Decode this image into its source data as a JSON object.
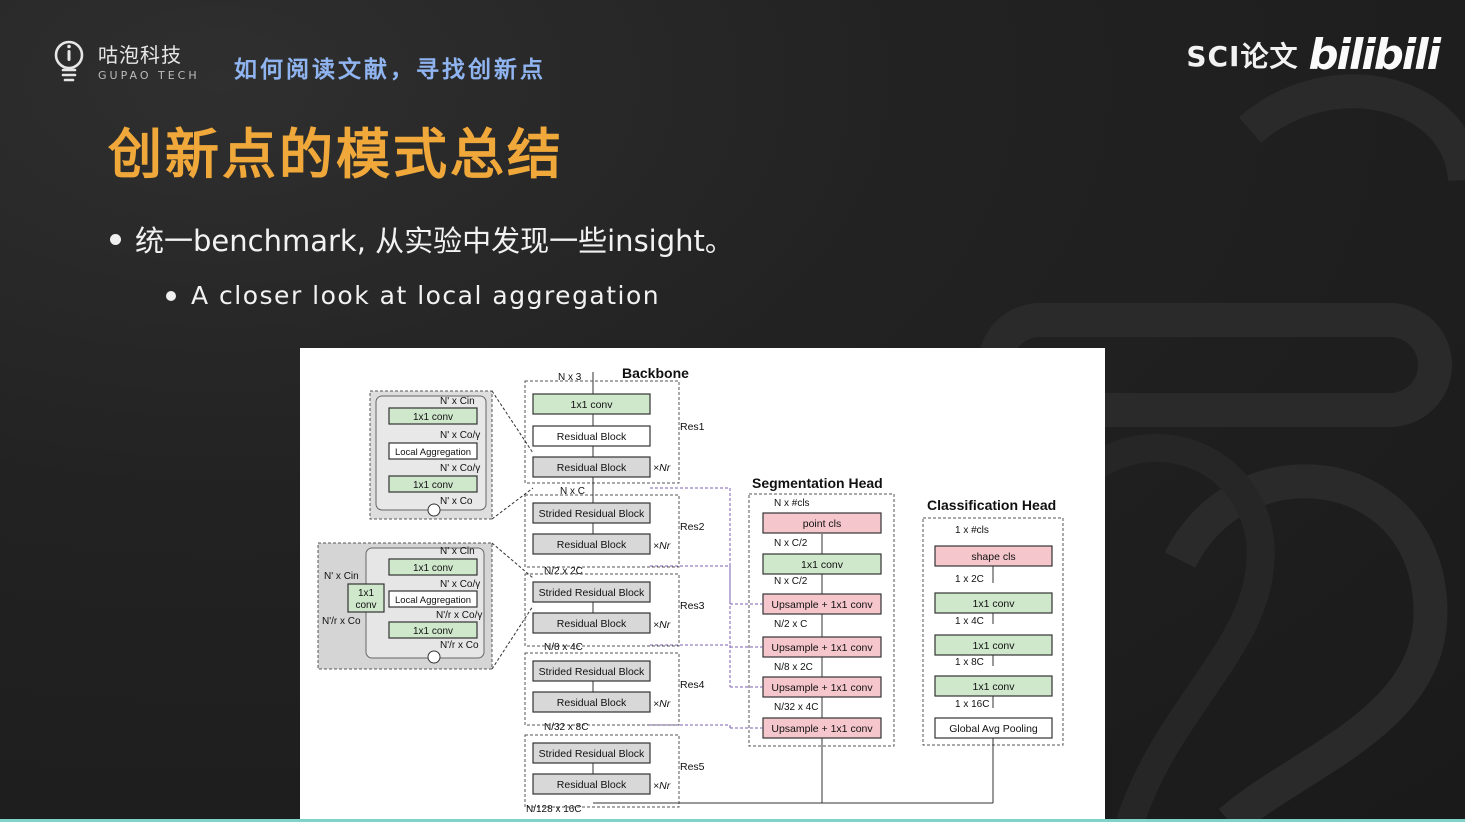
{
  "header": {
    "logo_cn": "咕泡科技",
    "logo_en": "GUPAO TECH",
    "course_title": "如何阅读文献，寻找创新点",
    "watermark_text": "SCI论文",
    "watermark_brand": "bilibili"
  },
  "slide": {
    "title": "创新点的模式总结",
    "bullet_1": "统一benchmark, 从实验中发现一些insight。",
    "bullet_2": "A closer look at local aggregation"
  },
  "figure": {
    "backbone_title": "Backbone",
    "seg_title": "Segmentation Head",
    "cls_title": "Classification Head",
    "res_labels": [
      "Res1",
      "Res2",
      "Res3",
      "Res4",
      "Res5"
    ],
    "backbone_blocks": [
      "1x1 conv",
      "Residual Block",
      "Residual Block",
      "Strided Residual Block",
      "Residual Block",
      "Strided Residual Block",
      "Residual Block",
      "Strided Residual Block",
      "Residual Block",
      "Strided Residual Block",
      "Residual Block"
    ],
    "backbone_dims": [
      "N x 3",
      "N x C",
      "N/2 x 2C",
      "N/8 x 4C",
      "N/32 x 8C",
      "N/128 x 16C"
    ],
    "repeat_label": "×Nr",
    "seg_blocks": [
      "point cls",
      "1x1 conv",
      "Upsample + 1x1 conv",
      "Upsample + 1x1 conv",
      "Upsample + 1x1 conv",
      "Upsample + 1x1 conv"
    ],
    "seg_dims": [
      "N x #cls",
      "N x C/2",
      "N x C/2",
      "N/2 x C",
      "N/8 x 2C",
      "N/32 x 4C"
    ],
    "cls_blocks": [
      "shape cls",
      "1x1 conv",
      "1x1 conv",
      "1x1 conv",
      "Global Avg Pooling"
    ],
    "cls_dims": [
      "1 x #cls",
      "1 x 2C",
      "1 x 4C",
      "1 x 8C",
      "1 x 16C"
    ],
    "resblock_labels": [
      "1x1 conv",
      "Local Aggregation",
      "1x1 conv"
    ],
    "resblock_dims": [
      "N' x Cin",
      "N' x Co/γ",
      "N' x Co/γ",
      "N' x Co"
    ],
    "strided_labels": [
      "1x1 conv",
      "Local Aggregation",
      "1x1 conv",
      "1x1",
      "conv"
    ],
    "strided_dims": [
      "N' x Cin",
      "N' x Co/γ",
      "N'/r x Co/γ",
      "N'/r x Co",
      "N' x Cin",
      "N'/r x Co"
    ]
  }
}
